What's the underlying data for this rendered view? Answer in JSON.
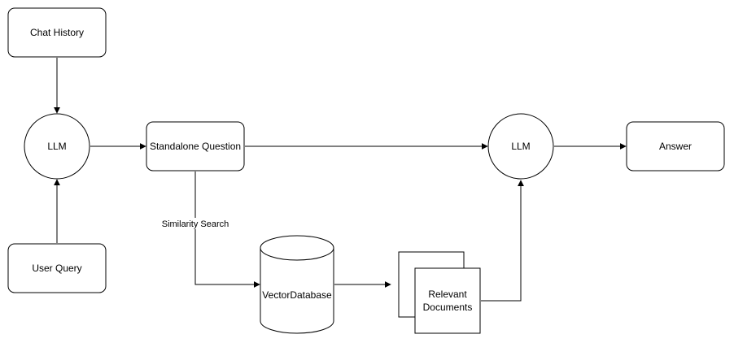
{
  "nodes": {
    "chat_history": "Chat History",
    "llm_left": "LLM",
    "user_query": "User Query",
    "standalone_question": "Standalone Question",
    "llm_right": "LLM",
    "answer": "Answer",
    "vector_database": "VectorDatabase",
    "relevant_documents_line1": "Relevant",
    "relevant_documents_line2": "Documents"
  },
  "edges": {
    "similarity_search": "Similarity Search"
  }
}
